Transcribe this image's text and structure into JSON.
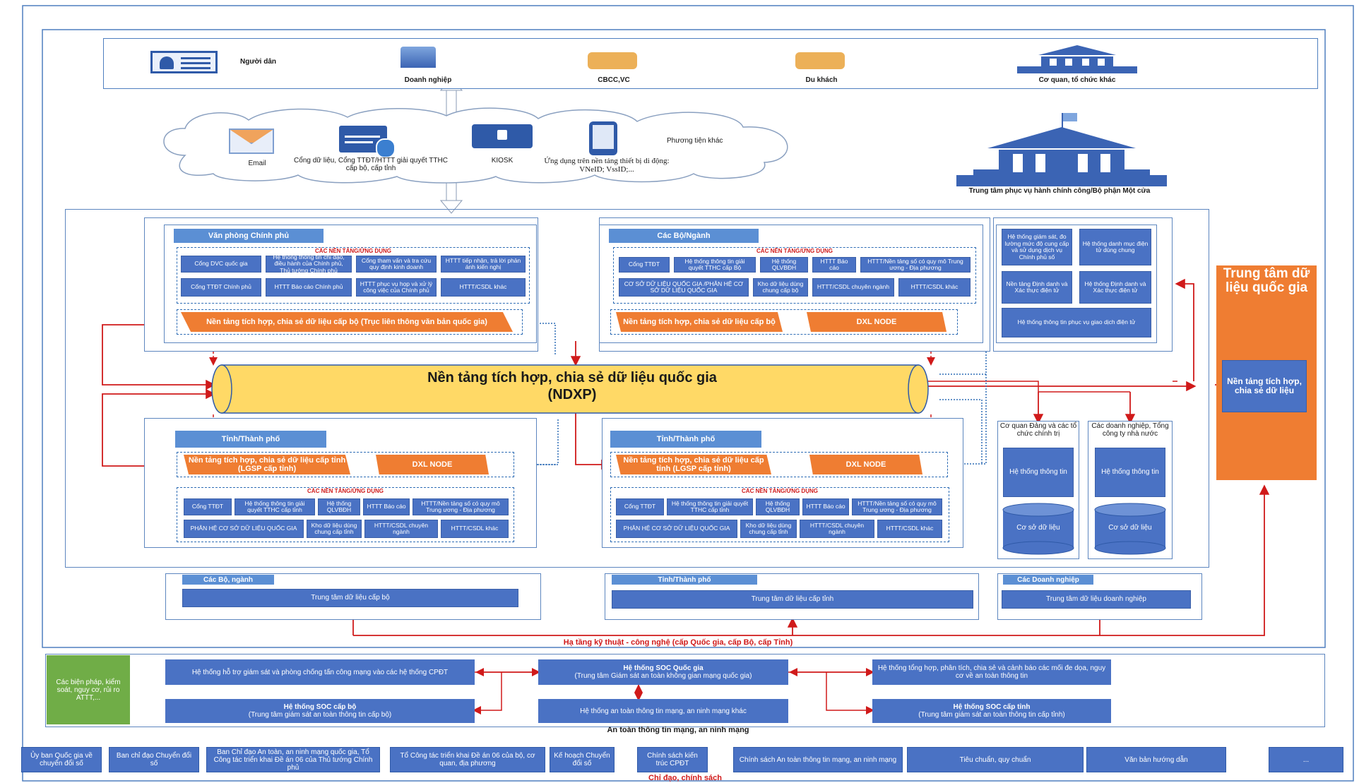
{
  "users": {
    "nguoi_dan": "Người dân",
    "doanh_nghiep": "Doanh nghiệp",
    "cbcc": "CBCC,VC",
    "du_khach": "Du khách",
    "co_quan": "Cơ quan, tổ chức khác"
  },
  "channels": {
    "email": "Email",
    "cong_du_lieu": "Cổng dữ liệu, Cổng TTĐT/HTTT giải quyết TTHC cấp bộ, cấp tỉnh",
    "kiosk": "KIOSK",
    "ung_dung": "Ứng dụng trên nền tảng thiết bị di động: VNeID; VssID;...",
    "phuong_tien_khac": "Phương tiện khác"
  },
  "one_stop": "Trung tâm phục vụ hành chính công/Bộ phận Một cửa",
  "vpcp": {
    "title": "Văn phòng Chính phủ",
    "platforms_label": "CÁC NỀN TẢNG/ỨNG DỤNG",
    "items": [
      "Cổng DVC quốc gia",
      "Hệ thống thông tin chỉ đạo, điều hành của Chính phủ, Thủ tướng Chính phủ",
      "Cổng tham vấn và tra cứu quy định kinh doanh",
      "HTTT tiếp nhận, trả lời phản ánh kiến nghị",
      "Cổng TTĐT Chính phủ",
      "HTTT Báo cáo Chính phủ",
      "HTTT phục vụ họp và xử lý công việc của Chính phủ",
      "HTTT/CSDL khác"
    ],
    "bar": "Nền tảng tích hợp, chia sẻ dữ liệu cấp bộ (Trục liên thông văn bản quốc gia)"
  },
  "bo_nganh": {
    "title": "Các Bộ/Ngành",
    "platforms_label": "CÁC NỀN TẢNG/ỨNG DỤNG",
    "items": [
      "Cổng TTĐT",
      "Hệ thống thông tin giải quyết TTHC cấp Bộ",
      "Hệ thống QLVBĐH",
      "HTTT Báo cáo",
      "HTTT/Nền tảng số có quy mô Trung ương - Địa phương",
      "CƠ SỞ DỮ LIỆU QUỐC GIA /PHÂN HỆ CƠ SỞ DỮ LIỆU QUỐC GIA",
      "Kho dữ liệu dùng chung cấp bộ",
      "HTTT/CSDL chuyên ngành",
      "HTTT/CSDL khác"
    ],
    "bar": "Nền tảng tích hợp, chia sẻ dữ liệu cấp bộ",
    "dxl": "DXL NODE"
  },
  "right_panel": {
    "items": [
      "Hệ thống giám sát, đo lường mức độ cung cấp và sử dụng dịch vụ Chính phủ số",
      "Hệ thống danh mục điện tử dùng chung",
      "Nền tảng Định danh và Xác thực điện tử",
      "Hệ thống Định danh và Xác thực điện tử",
      "Hệ thống thông tin phục vụ giao dịch điện tử"
    ]
  },
  "national_center": {
    "title": "Trung tâm dữ liệu quốc gia",
    "inner": "Nền tảng tích hợp, chia sẻ dữ liệu"
  },
  "ndxp": {
    "line1": "Nền tảng tích hợp, chia sẻ dữ liệu quốc gia",
    "line2": "(NDXP)"
  },
  "tinh_left": {
    "title": "Tỉnh/Thành phố",
    "bar": "Nền tảng tích hợp, chia sẻ dữ liệu cấp tỉnh (LGSP cấp tỉnh)",
    "dxl": "DXL NODE",
    "platforms_label": "CÁC NỀN TẢNG/ỨNG DỤNG",
    "items": [
      "Cổng TTĐT",
      "Hệ thống thông tin giải quyết TTHC cấp tỉnh",
      "Hệ thống QLVBĐH",
      "HTTT Báo cáo",
      "HTTT/Nền tảng số có quy mô Trung ương - Địa phương",
      "PHÂN HỆ CƠ SỞ DỮ LIỆU QUỐC GIA",
      "Kho dữ liệu dùng chung cấp tỉnh",
      "HTTT/CSDL chuyên ngành",
      "HTTT/CSDL khác"
    ]
  },
  "tinh_right": {
    "title": "Tỉnh/Thành phố",
    "bar": "Nền tảng tích hợp, chia sẻ dữ liệu cấp tỉnh (LGSP cấp tỉnh)",
    "dxl": "DXL NODE",
    "platforms_label": "CÁC NỀN TẢNG/ỨNG DỤNG",
    "items": [
      "Cổng TTĐT",
      "Hệ thống thông tin giải quyết TTHC cấp tỉnh",
      "Hệ thống QLVBĐH",
      "HTTT Báo cáo",
      "HTTT/Nền tảng số có quy mô Trung ương - Địa phương",
      "PHÂN HỆ CƠ SỞ DỮ LIỆU QUỐC GIA",
      "Kho dữ liệu dùng chung cấp tỉnh",
      "HTTT/CSDL chuyên ngành",
      "HTTT/CSDL khác"
    ]
  },
  "party": {
    "title": "Cơ quan Đảng và các tổ chức chính trị",
    "system": "Hệ thống thông tin",
    "db": "Cơ sở dữ liệu"
  },
  "enterprise": {
    "title": "Các doanh nghiệp, Tổng công ty nhà nước",
    "system": "Hệ thống thông tin",
    "db": "Cơ sở dữ liệu"
  },
  "datacenters": {
    "bo_title": "Các Bộ, ngành",
    "bo_box": "Trung tâm dữ liệu cấp bộ",
    "tinh_title": "Tỉnh/Thành phố",
    "tinh_box": "Trung tâm dữ liệu cấp tỉnh",
    "dn_title": "Các Doanh nghiệp",
    "dn_box": "Trung tâm dữ liệu doanh nghiệp",
    "infra": "Hạ tầng kỹ thuật - công nghệ (cấp Quốc gia, cấp Bộ, cấp Tỉnh)"
  },
  "security": {
    "green": "Các biện pháp, kiểm soát, nguy cơ, rủi ro ATTT,...",
    "ho_tro": "Hệ thống hỗ trợ giám sát và phòng chống tấn công mạng vào các hệ thống CPĐT",
    "soc_bo_1": "Hệ thống SOC cấp bộ",
    "soc_bo_2": "(Trung tâm giám sát an toàn thông tin cấp bộ)",
    "soc_qg_1": "Hệ thống SOC Quốc gia",
    "soc_qg_2": "(Trung tâm Giám sát an toàn không gian mạng quốc gia)",
    "an_toan_khac": "Hệ thống an toàn thông tin mạng, an ninh mạng khác",
    "tong_hop": "Hệ thống tổng hợp, phân tích, chia sẻ và cảnh báo các mối đe dọa, nguy cơ về an toàn thông tin",
    "soc_tinh_1": "Hệ thống SOC cấp tỉnh",
    "soc_tinh_2": "(Trung tâm giám sát an toàn thông tin cấp tỉnh)",
    "label": "An toàn thông tin mạng, an ninh mạng"
  },
  "policy": {
    "items": [
      "Ủy ban Quốc gia về chuyển đổi số",
      "Ban chỉ đạo Chuyển đổi số",
      "Ban Chỉ đạo An toàn, an ninh mạng quốc gia, Tổ Công tác triển khai Đề án 06 của Thủ tướng Chính phủ",
      "Tổ Công tác triển khai Đề án 06 của bộ, cơ quan, địa phương",
      "Kế hoạch Chuyển đổi số",
      "Chính sách kiến trúc CPĐT",
      "Chính sách An toàn thông tin mạng, an ninh mạng",
      "Tiêu chuẩn, quy chuẩn",
      "Văn bản hướng dẫn",
      "..."
    ],
    "label": "Chỉ đạo, chính sách"
  },
  "colors": {
    "blue": "#4a72c4",
    "orange": "#ef7d32",
    "yellow": "#ffd966",
    "green": "#70ad47",
    "red": "#d01a1a"
  }
}
